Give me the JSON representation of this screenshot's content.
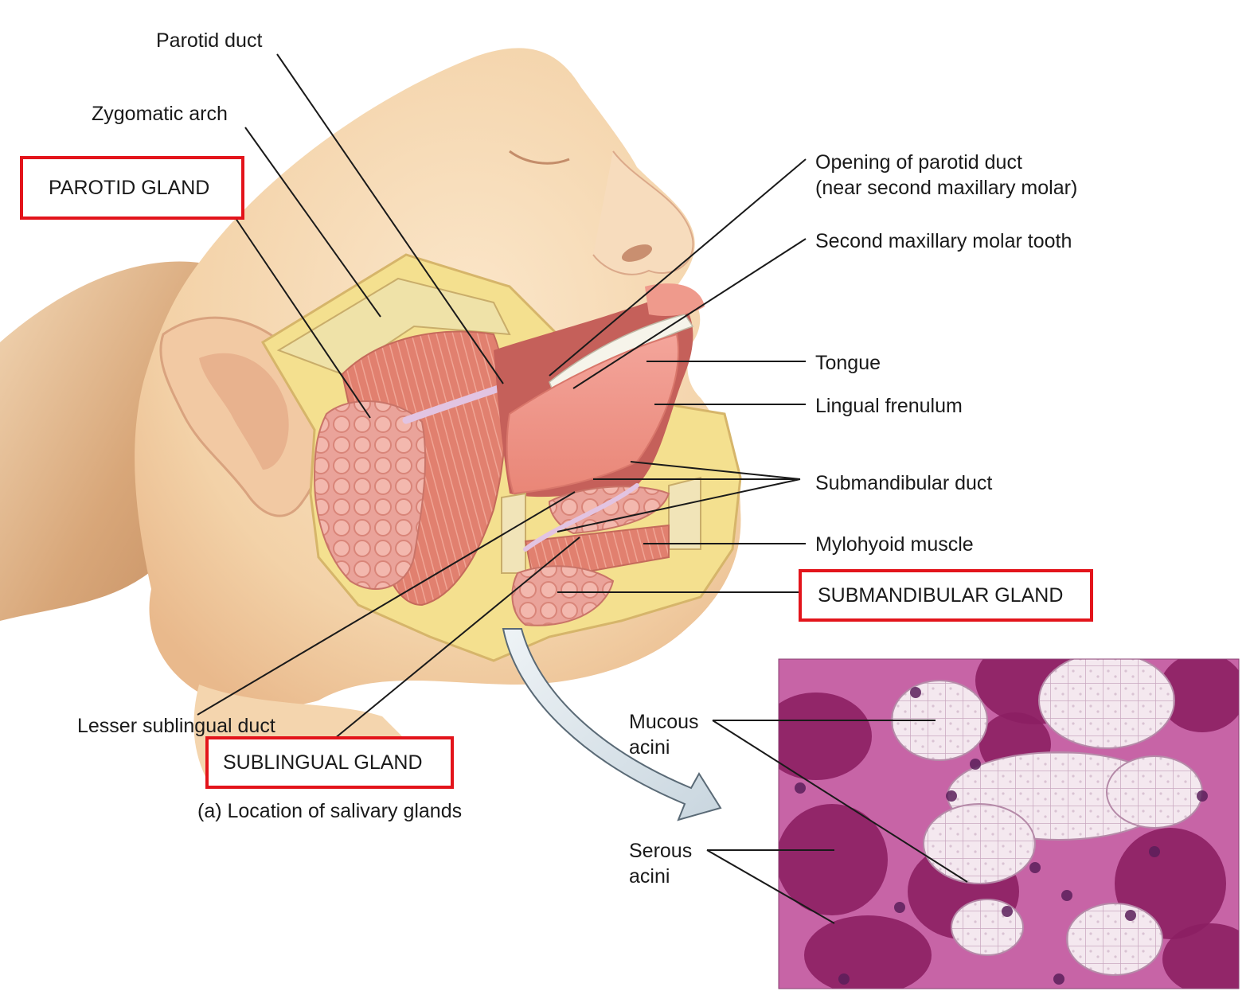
{
  "labels": {
    "parotid_duct": "Parotid duct",
    "zygomatic_arch": "Zygomatic arch",
    "parotid_gland": "PAROTID GLAND",
    "opening_parotid_duct_1": "Opening of parotid duct",
    "opening_parotid_duct_2": "(near second maxillary molar)",
    "second_molar": "Second maxillary molar tooth",
    "tongue": "Tongue",
    "lingual_frenulum": "Lingual frenulum",
    "submandibular_duct": "Submandibular duct",
    "mylohyoid": "Mylohyoid muscle",
    "submandibular_gland": "SUBMANDIBULAR GLAND",
    "lesser_sublingual_duct": "Lesser sublingual duct",
    "sublingual_gland": "SUBLINGUAL GLAND",
    "caption": "(a) Location of salivary glands",
    "mucous_1": "Mucous",
    "mucous_2": "acini",
    "serous_1": "Serous",
    "serous_2": "acini"
  },
  "colors": {
    "highlight_box": "#e3141b",
    "skin": "#f6d9b6",
    "hair": "#d9a878",
    "muscle": "#e68a78",
    "gland": "#eea9a0",
    "fat": "#f3e29a",
    "duct": "#d9b8dd",
    "histology_bg": "#c764a6",
    "serous": "#8c1f63",
    "mucous": "#f1e4ec",
    "arrow": "#dfe8ee"
  }
}
